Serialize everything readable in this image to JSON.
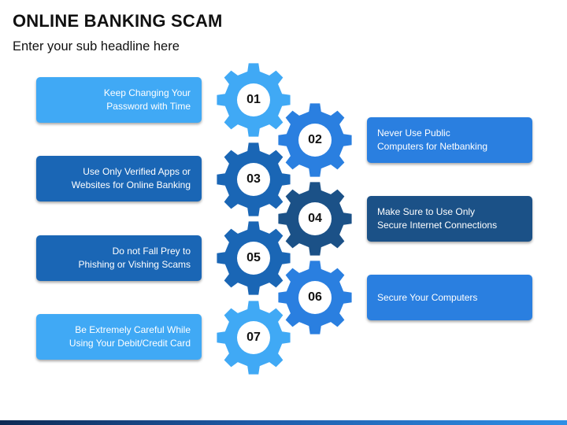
{
  "title": "ONLINE BANKING SCAM",
  "subtitle": "Enter your sub headline here",
  "colors": {
    "light_blue": "#40a9f5",
    "medium_blue": "#2a7fe0",
    "dark_blue": "#1a66b5",
    "navy": "#1b5187",
    "bottom_bar_start": "#0d2a54",
    "bottom_bar_end": "#2f8fe6"
  },
  "steps": [
    {
      "number": "01",
      "text": "Keep Changing Your\nPassword with Time",
      "color": "#40a9f5"
    },
    {
      "number": "02",
      "text": "Never Use Public\nComputers for Netbanking",
      "color": "#2a7fe0"
    },
    {
      "number": "03",
      "text": "Use Only Verified Apps or\nWebsites for Online Banking",
      "color": "#1a66b5"
    },
    {
      "number": "04",
      "text": "Make Sure to Use Only\nSecure Internet Connections",
      "color": "#1b5187"
    },
    {
      "number": "05",
      "text": "Do not Fall Prey to\nPhishing or Vishing Scams",
      "color": "#1a66b5"
    },
    {
      "number": "06",
      "text": "Secure Your Computers",
      "color": "#2a7fe0"
    },
    {
      "number": "07",
      "text": "Be Extremely Careful While\nUsing Your Debit/Credit Card",
      "color": "#40a9f5"
    }
  ]
}
